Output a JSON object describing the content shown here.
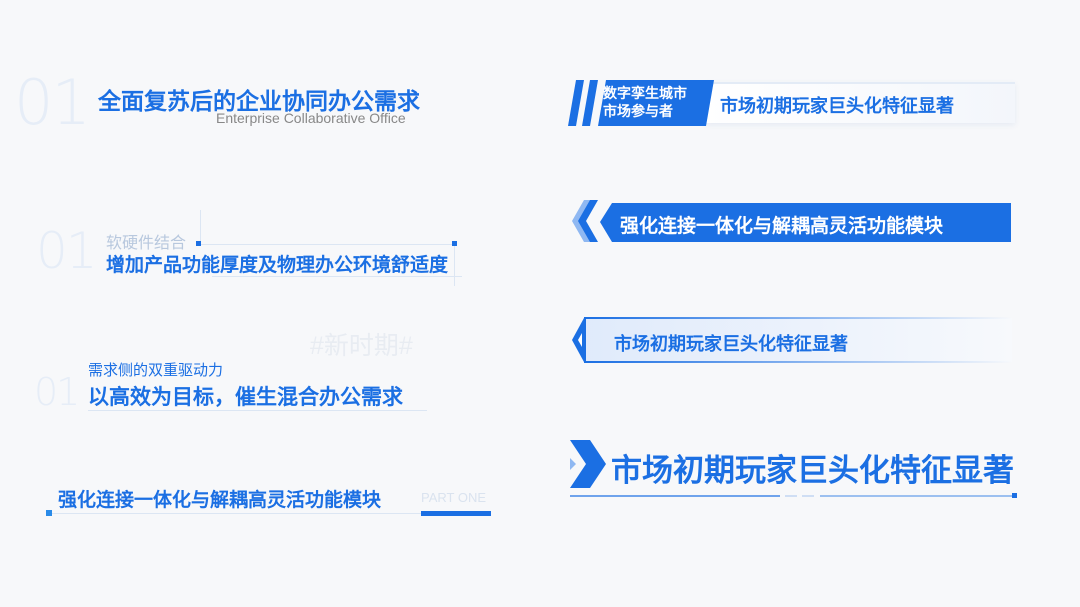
{
  "accent": "#1b6fe3",
  "block1": {
    "number": "01",
    "title": "全面复苏后的企业协同办公需求",
    "subtitle": "Enterprise Collaborative Office"
  },
  "block2": {
    "number": "01",
    "label": "软硬件结合",
    "title": "增加产品功能厚度及物理办公环境舒适度"
  },
  "block3": {
    "number": "01",
    "label": "需求侧的双重驱动力",
    "title": "以高效为目标，催生混合办公需求",
    "tag": "#新时期#"
  },
  "block4": {
    "title": "强化连接一体化与解耦高灵活功能模块",
    "tag": "PART ONE"
  },
  "right1": {
    "badge_line1": "数字孪生城市",
    "badge_line2": "市场参与者",
    "title": "市场初期玩家巨头化特征显著"
  },
  "right2": {
    "title": "强化连接一体化与解耦高灵活功能模块"
  },
  "right3": {
    "title": "市场初期玩家巨头化特征显著"
  },
  "right4": {
    "title": "市场初期玩家巨头化特征显著"
  }
}
